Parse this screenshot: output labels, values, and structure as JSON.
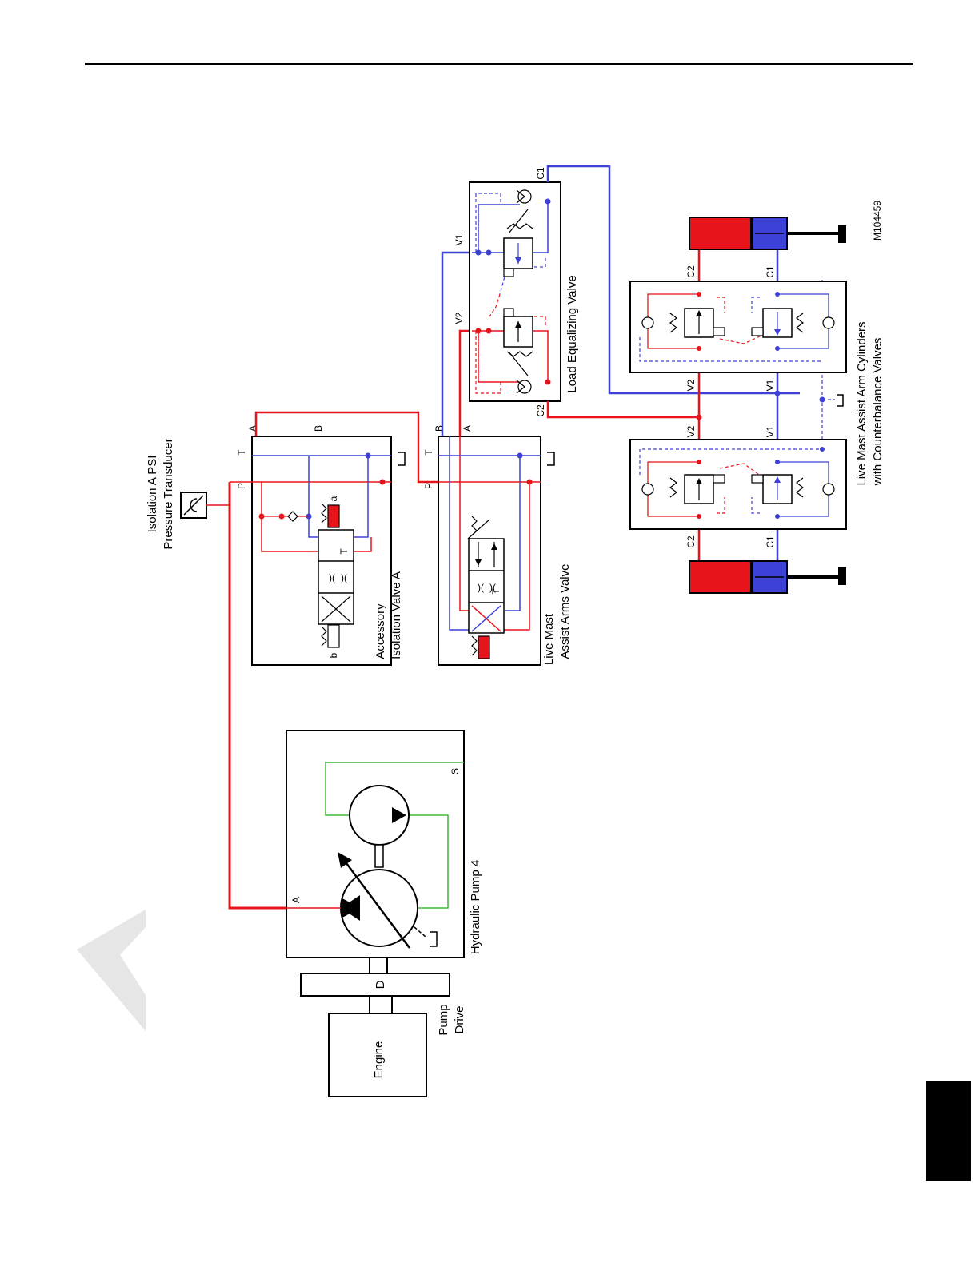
{
  "colors": {
    "pressure": "#e8141b",
    "return": "#3d41d6",
    "suction": "#41b93c",
    "outline": "#000000",
    "watermark": "#e6e6e6",
    "tab": "#000000"
  },
  "labels": {
    "engine": "Engine",
    "pump_drive": [
      "Pump",
      "Drive"
    ],
    "pump_drive_port": "D",
    "hydraulic_pump": "Hydraulic Pump 4",
    "pump_port_a": "A",
    "pump_port_s": "S",
    "transducer": [
      "Isolation A PSI",
      "Pressure Transducer"
    ],
    "accessory_valve": [
      "Accessory",
      "Isolation Valve A"
    ],
    "assist_arms_valve": [
      "Live Mast",
      "Assist Arms Valve"
    ],
    "load_equalizing_valve": "Load Equalizing Valve",
    "cylinders": [
      "Live Mast Assist Arm Cylinders",
      "with Counterbalance Valves"
    ],
    "figure_id": "M104459"
  },
  "ports": {
    "accessory": {
      "P": "P",
      "T": "T",
      "A": "A",
      "B": "B",
      "a": "a",
      "b": "b",
      "t_inner": "T"
    },
    "assist": {
      "P": "P",
      "T": "T",
      "B": "B",
      "A": "A",
      "t_inner": "T"
    },
    "equalizing": {
      "V1": "V1",
      "V2": "V2",
      "C1": "C1",
      "C2": "C2"
    },
    "counterbalance_left": {
      "V1": "V1",
      "V2": "V2",
      "C1": "C1",
      "C2": "C2"
    },
    "counterbalance_right": {
      "V1": "V1",
      "V2": "V2",
      "C1": "C1",
      "C2": "C2"
    }
  }
}
